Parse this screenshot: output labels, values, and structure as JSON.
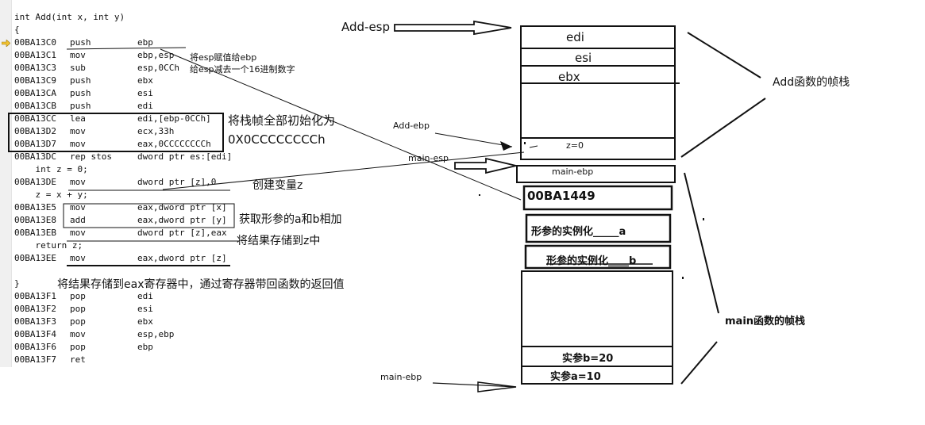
{
  "code_listing": {
    "lines": [
      {
        "text": "int Add(int x, int y)"
      },
      {
        "text": "{"
      },
      {
        "addr": "00BA13C0",
        "op": "push",
        "args": "ebp"
      },
      {
        "addr": "00BA13C1",
        "op": "mov",
        "args": "ebp,esp"
      },
      {
        "addr": "00BA13C3",
        "op": "sub",
        "args": "esp,0CCh"
      },
      {
        "addr": "00BA13C9",
        "op": "push",
        "args": "ebx"
      },
      {
        "addr": "00BA13CA",
        "op": "push",
        "args": "esi"
      },
      {
        "addr": "00BA13CB",
        "op": "push",
        "args": "edi"
      },
      {
        "addr": "00BA13CC",
        "op": "lea",
        "args": "edi,[ebp-0CCh]"
      },
      {
        "addr": "00BA13D2",
        "op": "mov",
        "args": "ecx,33h"
      },
      {
        "addr": "00BA13D7",
        "op": "mov",
        "args": "eax,0CCCCCCCCh"
      },
      {
        "addr": "00BA13DC",
        "op": "rep stos",
        "args": "dword ptr es:[edi]"
      },
      {
        "text": "    int z = 0;"
      },
      {
        "addr": "00BA13DE",
        "op": "mov",
        "args": "dword ptr [z],0"
      },
      {
        "text": "    z = x + y;"
      },
      {
        "addr": "00BA13E5",
        "op": "mov",
        "args": "eax,dword ptr [x]"
      },
      {
        "addr": "00BA13E8",
        "op": "add",
        "args": "eax,dword ptr [y]"
      },
      {
        "addr": "00BA13EB",
        "op": "mov",
        "args": "dword ptr [z],eax"
      },
      {
        "text": "    return z;"
      },
      {
        "addr": "00BA13EE",
        "op": "mov",
        "args": "eax,dword ptr [z]"
      },
      {
        "text": ""
      },
      {
        "text": "}"
      },
      {
        "addr": "00BA13F1",
        "op": "pop",
        "args": "edi"
      },
      {
        "addr": "00BA13F2",
        "op": "pop",
        "args": "esi"
      },
      {
        "addr": "00BA13F3",
        "op": "pop",
        "args": "ebx"
      },
      {
        "addr": "00BA13F4",
        "op": "mov",
        "args": "esp,ebp"
      },
      {
        "addr": "00BA13F6",
        "op": "pop",
        "args": "ebp"
      },
      {
        "addr": "00BA13F7",
        "op": "ret",
        "args": ""
      }
    ]
  },
  "annotations": {
    "esp_to_ebp": "将esp赋值给ebp",
    "sub_esp": "给esp减去一个16进制数字",
    "init_frame_1": "将栈帧全部初始化为",
    "init_frame_2": "0X0CCCCCCCCh",
    "create_z": "创建变量z",
    "add_params": "获取形参的a和b相加",
    "store_z": "将结果存储到z中",
    "return_eax": "将结果存储到eax寄存器中，通过寄存器带回函数的返回值"
  },
  "stack": {
    "add_esp_label": "Add-esp",
    "add_ebp_label": "Add-ebp",
    "main_esp_label": "main-esp",
    "main_ebp_label": "main-ebp",
    "add_frame_label": "Add函数的帧栈",
    "main_frame_label": "main函数的帧栈",
    "slots": {
      "edi": "edi",
      "esi": "esi",
      "ebx": "ebx",
      "z": "z=0",
      "main_ebp": "main-ebp",
      "ret_addr": "00BA1449",
      "param_a": "形参的实例化_____a",
      "param_b": "形参的实例化____b",
      "arg_b": "实参b=20",
      "arg_a": "实参a=10"
    }
  }
}
